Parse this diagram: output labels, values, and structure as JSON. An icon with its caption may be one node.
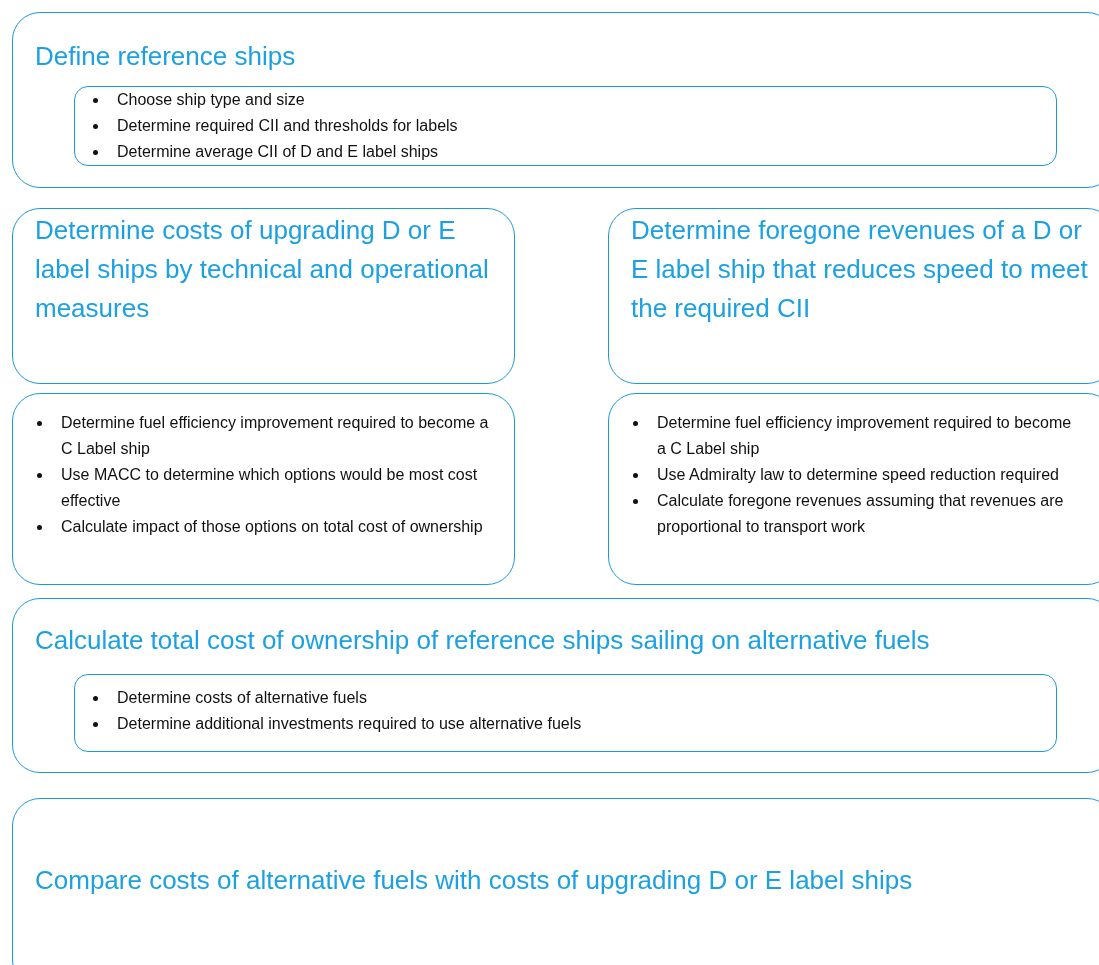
{
  "diagram": {
    "nodes": [
      {
        "text": [
          "Define reference ships"
        ]
      },
      {
        "text": [
          "Choose ship type and size",
          "Determine required CII and thresholds for labels",
          "Determine average CII of D and E label ships"
        ],
        "in": 0
      },
      {
        "text": [
          "Determine costs of upgrading D or E label ships by technical and operational measures"
        ]
      },
      {
        "text": [
          "Determine foregone revenues of a D or E label ship that reduces speed to meet the required CII"
        ]
      },
      {
        "text": [
          "Determine fuel efficiency improvement required to become a C Label ship",
          "Use MACC to determine which options would be most cost effective",
          "Calculate impact of those options on total cost of ownership"
        ]
      },
      {
        "text": [
          "Determine fuel efficiency improvement required to become a C Label ship",
          "Use Admiralty law to determine speed reduction required",
          "Calculate foregone revenues assuming that revenues are proportional to transport work"
        ]
      },
      {
        "text": [
          "Calculate total cost of ownership of reference ships sailing on alternative fuels"
        ]
      },
      {
        "text": [
          "Determine costs of alternative fuels",
          "Determine additional investments required to use alternative fuels"
        ],
        "in": 6
      },
      {
        "text": [
          "Compare costs of alternative fuels with costs of upgrading D  or E label ships"
        ]
      }
    ]
  }
}
